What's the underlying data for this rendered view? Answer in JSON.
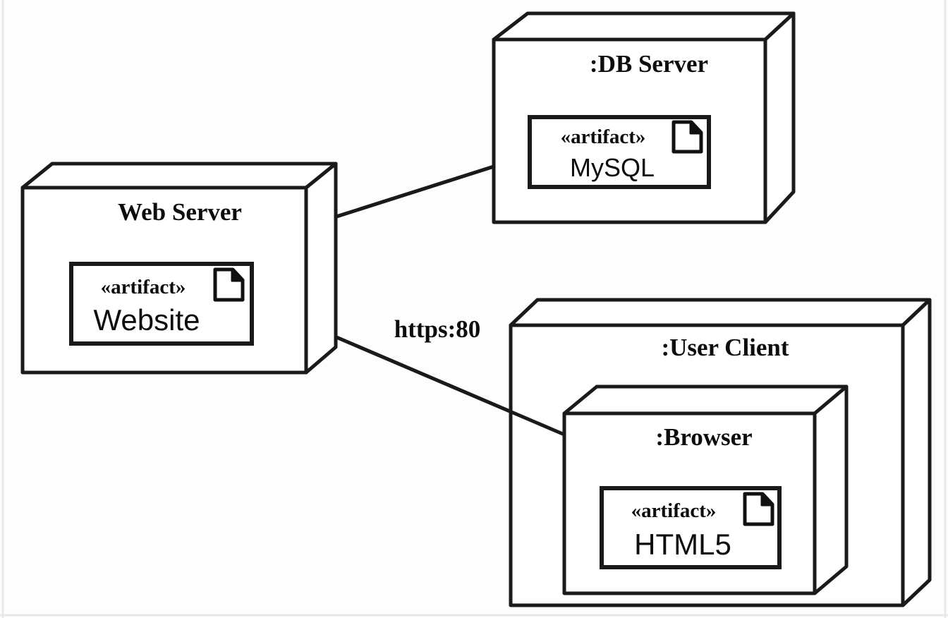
{
  "diagram": {
    "type": "uml-deployment-diagram",
    "background_color": "#fdfdfd",
    "line_color": "#1a1a1a",
    "text_color": "#0d0d0d"
  },
  "nodes": [
    {
      "id": "web-server",
      "label": "Web Server",
      "artifact": {
        "stereotype": "«artifact»",
        "name": "Website",
        "icon": "document-icon"
      }
    },
    {
      "id": "db-server",
      "label": ":DB Server",
      "artifact": {
        "stereotype": "«artifact»",
        "name": "MySQL",
        "icon": "document-icon"
      }
    },
    {
      "id": "user-client",
      "label": ":User Client",
      "artifact": null
    },
    {
      "id": "browser",
      "label": ":Browser",
      "artifact": {
        "stereotype": "«artifact»",
        "name": "HTML5",
        "icon": "document-icon"
      }
    }
  ],
  "connections": [
    {
      "id": "web-to-db",
      "from": "web-server",
      "to": "db-server",
      "label": ""
    },
    {
      "id": "web-to-browser",
      "from": "web-server",
      "to": "browser",
      "label": "https:80"
    }
  ]
}
